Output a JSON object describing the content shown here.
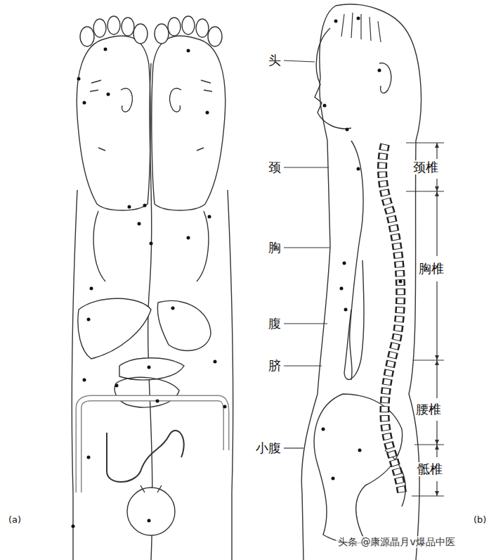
{
  "diagram": {
    "labels": [
      "头",
      "颈",
      "胸",
      "腹",
      "脐",
      "小腹",
      "颈椎",
      "胸椎",
      "腰椎",
      "骶椎",
      "(a)",
      "(b)",
      "头条 @康源晶月v爆品中医"
    ]
  }
}
